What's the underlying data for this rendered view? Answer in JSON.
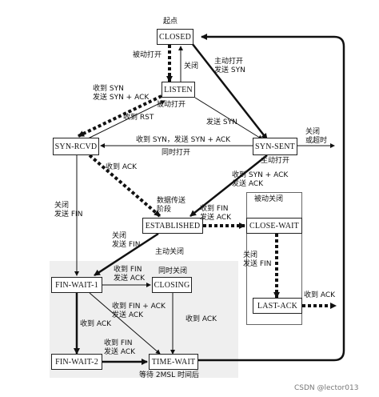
{
  "states": {
    "closed": "CLOSED",
    "listen": "LISTEN",
    "syn_rcvd": "SYN-RCVD",
    "syn_sent": "SYN-SENT",
    "established": "ESTABLISHED",
    "close_wait": "CLOSE-WAIT",
    "last_ack": "LAST-ACK",
    "fin_wait_1": "FIN-WAIT-1",
    "closing": "CLOSING",
    "fin_wait_2": "FIN-WAIT-2",
    "time_wait": "TIME-WAIT"
  },
  "labels": {
    "start": "起点",
    "passive_open": "被动打开",
    "close_listen": "关闭",
    "active_open_send_syn": "主动打开\n发送 SYN",
    "recv_syn_send_synack": "收到 SYN\n发送 SYN + ACK",
    "passive_open_2": "被动打开",
    "recv_rst": "收到 RST",
    "send_syn": "发送 SYN",
    "recv_syn_send_synack_2": "收到 SYN，发送 SYN + ACK",
    "simultaneous_open": "同时打开",
    "close_or_timeout": "关闭\n或超时",
    "active_open": "主动打开",
    "recv_ack": "收到 ACK",
    "recv_synack_send_ack": "收到 SYN + ACK\n发送 ACK",
    "data_transfer": "数据传送\n阶段",
    "recv_fin_send_ack": "收到 FIN\n发送 ACK",
    "passive_close": "被动关闭",
    "close_send_fin": "关闭\n发送 FIN",
    "close_send_fin_2": "关闭\n发送 FIN",
    "close_send_fin_3": "关闭\n发送 FIN",
    "active_close": "主动关闭",
    "recv_fin_send_ack_2": "收到 FIN\n发送 ACK",
    "simultaneous_close": "同时关闭",
    "recv_finack_send_ack": "收到 FIN + ACK\n发送 ACK",
    "recv_ack_closing": "收到 ACK",
    "recv_ack_fw1": "收到 ACK",
    "recv_fin_send_ack_3": "收到 FIN\n发送 ACK",
    "wait_2msl": "等待 2MSL 时间后",
    "recv_ack_last": "收到 ACK"
  },
  "watermark": "CSDN @lector013",
  "colors": {
    "ink": "#111111",
    "active_region": "#efefef"
  }
}
